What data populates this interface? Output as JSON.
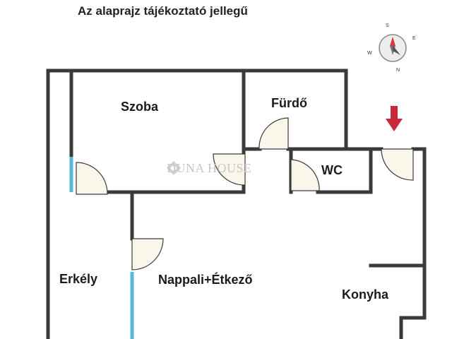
{
  "title": "Az alaprajz tájékoztató jellegű",
  "rooms": {
    "szoba": "Szoba",
    "furdo": "Fürdő",
    "wc": "WC",
    "erkely": "Erkély",
    "nappali": "Nappali+Étkező",
    "konyha": "Konyha"
  },
  "watermark": "DUNA HOUSE",
  "compass": {
    "n": "N",
    "e": "E",
    "s": "S",
    "w": "W"
  },
  "colors": {
    "wall": "#3a3a3a",
    "window": "#5ab7dc",
    "door_fill": "#faf6ea",
    "entrance_arrow": "#c8283a"
  }
}
